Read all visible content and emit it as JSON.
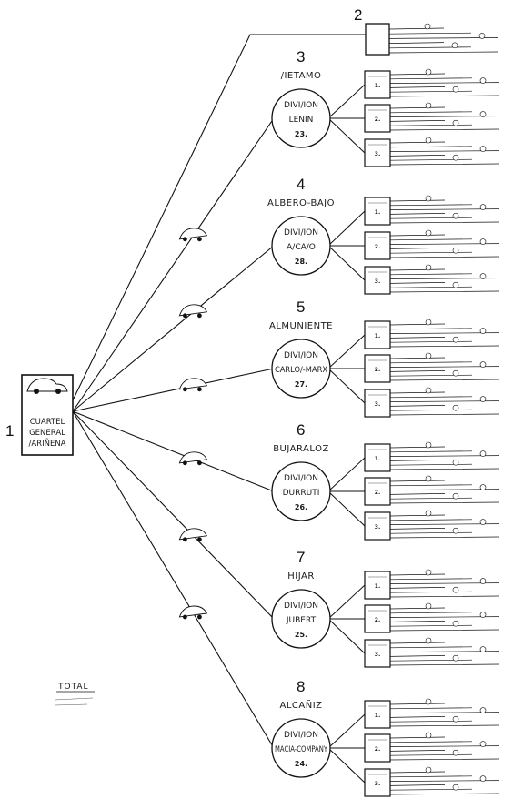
{
  "headquarters": {
    "number": "1",
    "lines": [
      "CUARTEL",
      "GENERAL",
      "/ARIÑENA"
    ]
  },
  "top_box": {
    "number": "2"
  },
  "divisions": [
    {
      "number": "3",
      "place": "/IETAMO",
      "label": "DIVI/ION",
      "name": "LENIN",
      "id": "23."
    },
    {
      "number": "4",
      "place": "ALBERO-BAJO",
      "label": "DIVI/ION",
      "name": "A/CA/O",
      "id": "28."
    },
    {
      "number": "5",
      "place": "ALMUNIENTE",
      "label": "DIVI/ION",
      "name": "CARLO/-MARX",
      "id": "27."
    },
    {
      "number": "6",
      "place": "BUJARALOZ",
      "label": "DIVI/ION",
      "name": "DURRUTI",
      "id": "26."
    },
    {
      "number": "7",
      "place": "HIJAR",
      "label": "DIVI/ION",
      "name": "JUBERT",
      "id": "25."
    },
    {
      "number": "8",
      "place": "ALCAÑIZ",
      "label": "DIVI/ION",
      "name": "MACIA-COMPANY",
      "id": "24."
    }
  ],
  "unit_numbers": [
    "1.",
    "2.",
    "3."
  ],
  "total": {
    "title": "TOTAL"
  }
}
